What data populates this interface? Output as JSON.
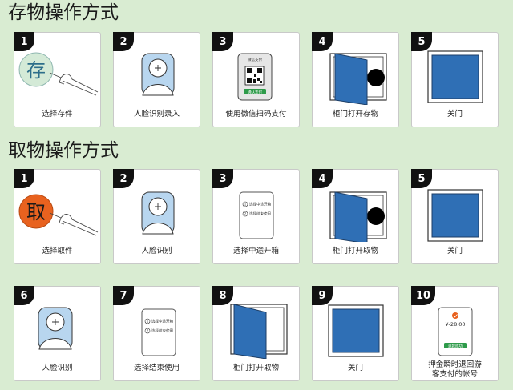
{
  "sections": [
    {
      "title": "存物操作方式",
      "steps": [
        {
          "num": "1",
          "label": "选择存件",
          "glyph": "存"
        },
        {
          "num": "2",
          "label": "人脸识别录入"
        },
        {
          "num": "3",
          "label": "使用微信扫码支付",
          "pay_header": "微信支付",
          "pay_button": "确认支付"
        },
        {
          "num": "4",
          "label": "柜门打开存物"
        },
        {
          "num": "5",
          "label": "关门"
        }
      ]
    },
    {
      "title": "取物操作方式",
      "steps": [
        {
          "num": "1",
          "label": "选择取件",
          "glyph": "取"
        },
        {
          "num": "2",
          "label": "人脸识别"
        },
        {
          "num": "3",
          "label": "选择中途开箱",
          "options": [
            "选择中途开箱",
            "选择结束使用"
          ]
        },
        {
          "num": "4",
          "label": "柜门打开取物"
        },
        {
          "num": "5",
          "label": "关门"
        },
        {
          "num": "6",
          "label": "人脸识别"
        },
        {
          "num": "7",
          "label": "选择结束使用",
          "options": [
            "选择中途开箱",
            "选择结束使用"
          ]
        },
        {
          "num": "8",
          "label": "柜门打开取物"
        },
        {
          "num": "9",
          "label": "关门"
        },
        {
          "num": "10",
          "label_line1": "押金瞬时退回游",
          "label_line2": "客支付的帐号",
          "amount": "¥-28.00",
          "refund_button": "退款成功"
        }
      ]
    }
  ],
  "colors": {
    "background": "#d9ecd2",
    "door_blue": "#2f6fb5",
    "face_blue": "#b8d6ef",
    "store_circle": "#d4ead7",
    "take_circle": "#e8621f",
    "pay_green": "#2e9b4a"
  }
}
